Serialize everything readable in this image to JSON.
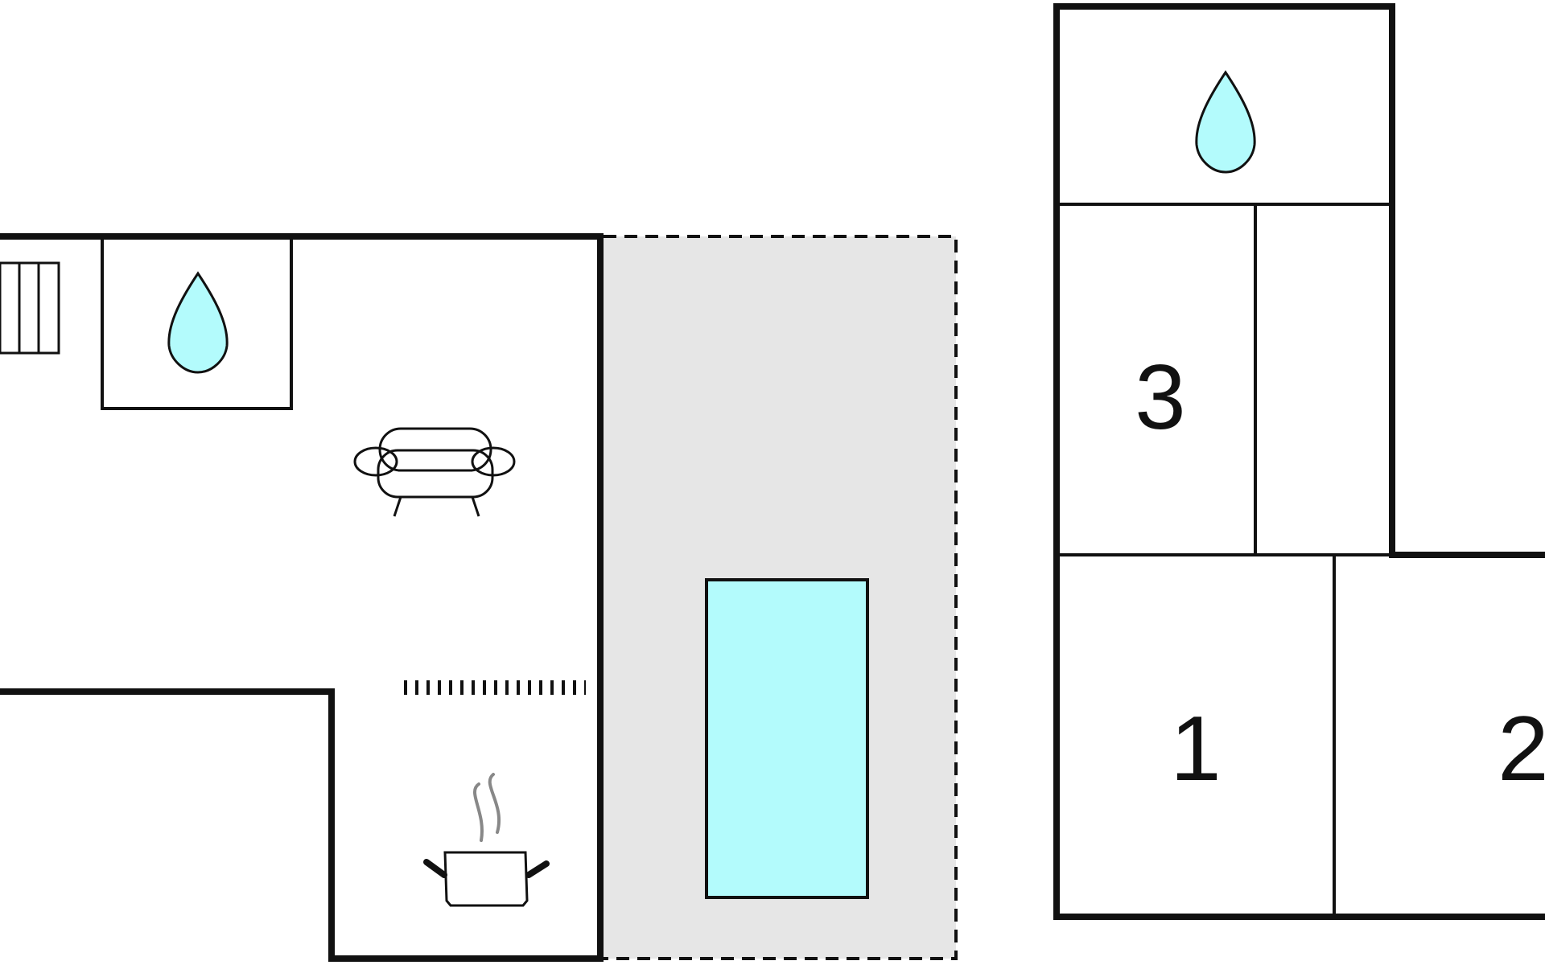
{
  "colors": {
    "wall": "#111111",
    "water": "#b3fbfc",
    "terrace": "#e6e6e6",
    "pool": "#b3fbfc",
    "steam": "#888888"
  },
  "icons": {
    "bathroom": "water-drop-icon",
    "living": "sofa-icon",
    "kitchen": "cooking-pot-icon",
    "stairs": "stairs-icon",
    "pool": "pool-icon"
  },
  "rooms": {
    "bedroom_1": "1",
    "bedroom_2": "2",
    "bedroom_3": "3"
  }
}
